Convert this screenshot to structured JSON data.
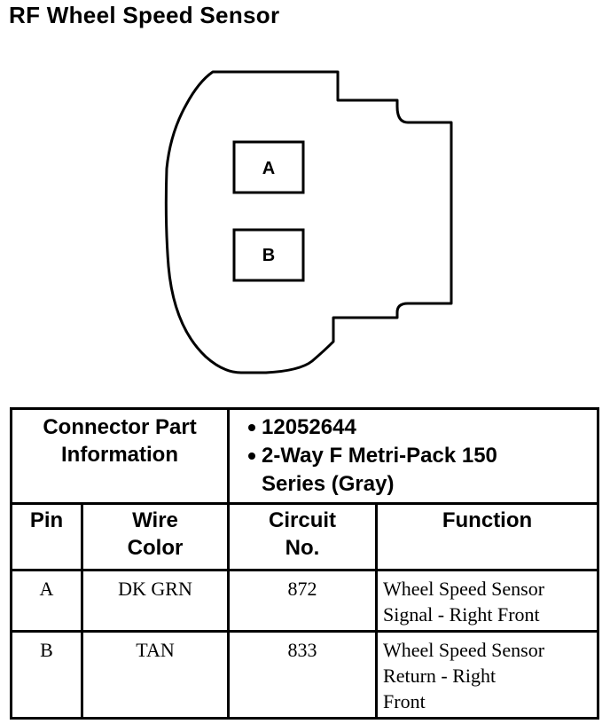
{
  "title": "RF Wheel Speed Sensor",
  "connector": {
    "pins": [
      "A",
      "B"
    ]
  },
  "table": {
    "connector_info_label": [
      "Connector Part",
      "Information"
    ],
    "connector_info": [
      [
        "12052644"
      ],
      [
        "2-Way F Metri-Pack 150",
        "Series (Gray)"
      ]
    ],
    "columns": {
      "pin": [
        "Pin"
      ],
      "wire_color": [
        "Wire",
        "Color"
      ],
      "circuit": [
        "Circuit",
        "No."
      ],
      "function": [
        "Function"
      ]
    },
    "rows": [
      {
        "pin": "A",
        "wire_color": "DK GRN",
        "circuit": "872",
        "function": [
          "Wheel Speed Sensor",
          "Signal - Right Front"
        ]
      },
      {
        "pin": "B",
        "wire_color": "TAN",
        "circuit": "833",
        "function": [
          "Wheel Speed Sensor",
          "Return - Right",
          "Front"
        ]
      }
    ]
  }
}
